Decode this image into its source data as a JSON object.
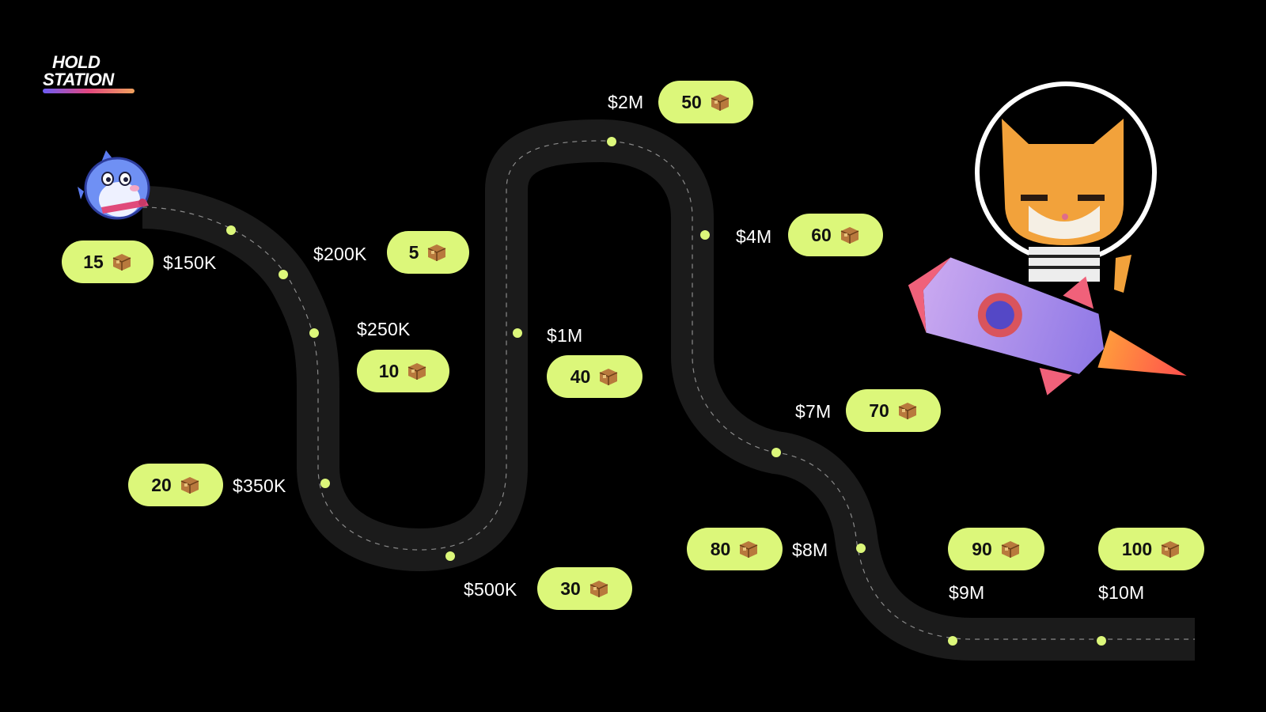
{
  "brand": {
    "logo_line1": "HOLD",
    "logo_line2": "STATION"
  },
  "colors": {
    "background": "#000000",
    "road": "#1b1b1b",
    "accent": "#dcf77a"
  },
  "milestones": [
    {
      "amount": "$150K",
      "reward": "15"
    },
    {
      "amount": "$200K",
      "reward": "5"
    },
    {
      "amount": "$250K",
      "reward": "10"
    },
    {
      "amount": "$350K",
      "reward": "20"
    },
    {
      "amount": "$500K",
      "reward": "30"
    },
    {
      "amount": "$1M",
      "reward": "40"
    },
    {
      "amount": "$2M",
      "reward": "50"
    },
    {
      "amount": "$4M",
      "reward": "60"
    },
    {
      "amount": "$7M",
      "reward": "70"
    },
    {
      "amount": "$8M",
      "reward": "80"
    },
    {
      "amount": "$9M",
      "reward": "90"
    },
    {
      "amount": "$10M",
      "reward": "100"
    }
  ],
  "icons": {
    "reward": "mystery-box-icon",
    "start_mascot": "shark-mascot-icon",
    "end_mascot": "astronaut-cat-rocket-icon",
    "checkpoint": "checkpoint-dot-icon"
  }
}
